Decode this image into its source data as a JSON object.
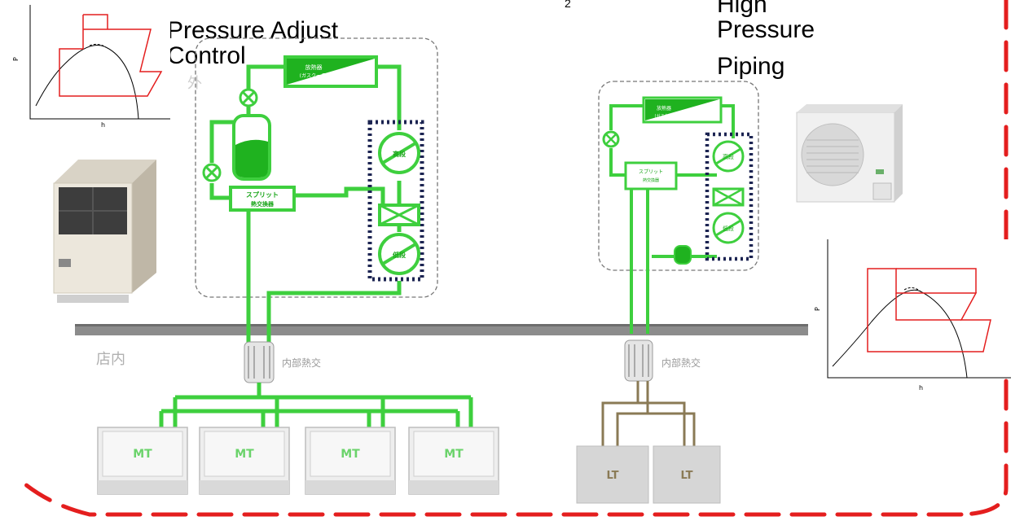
{
  "labels": {
    "pressure_adjust": "Pressure  Adjust",
    "control": "Control",
    "high_pressure_piping": [
      "High",
      "Pressure",
      "Piping"
    ],
    "subscript_2": "2",
    "outdoor_mark": "外",
    "in_store": "店内",
    "internal_hx_left": "内部熱交",
    "internal_hx_right": "内部熱交"
  },
  "left_unit": {
    "gas_cooler": [
      "放熱器",
      "(ガスクーラ)"
    ],
    "split_hx": [
      "スプリット",
      "熱交換器"
    ],
    "high_stage": "高段",
    "low_stage": "低段"
  },
  "right_unit": {
    "gas_cooler": [
      "放熱器",
      "(ガスクーラ)"
    ],
    "split_hx": [
      "スプリット",
      "熱交換器"
    ],
    "high_stage": "高段",
    "low_stage": "低段"
  },
  "ph_chart_axes": {
    "x": "h",
    "y": "P"
  },
  "cases": {
    "mt": [
      "MT",
      "MT",
      "MT",
      "MT"
    ],
    "lt": [
      "LT",
      "LT"
    ]
  },
  "colors": {
    "pipe_green": "#3ecf3e",
    "dark_green": "#1aa51a",
    "dashed_red": "#e41e1e",
    "lt_pipe": "#8a7a55",
    "dotted_navy": "#1c2452",
    "floor_gray": "#8c8c8c"
  }
}
